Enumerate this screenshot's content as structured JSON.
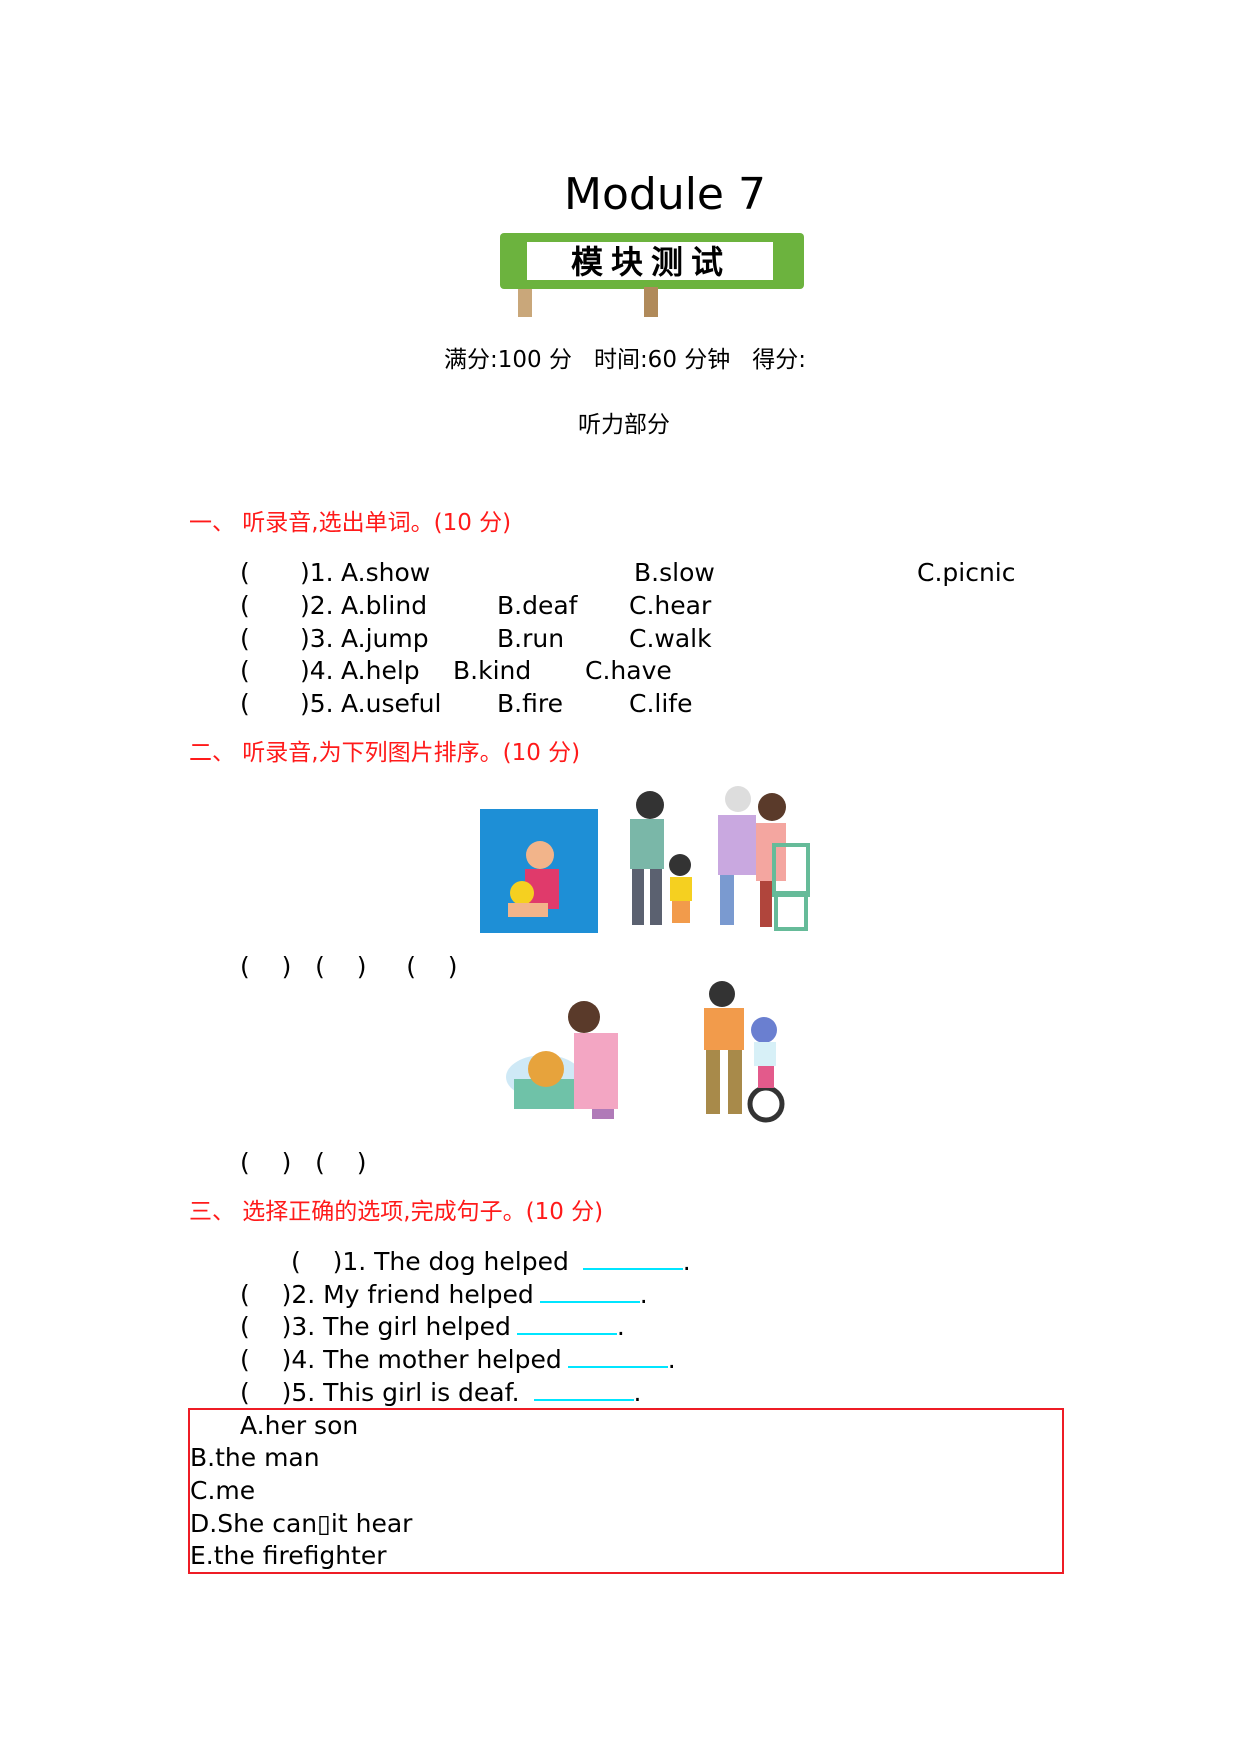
{
  "title": "Module 7",
  "banner_text": "模块测试",
  "meta": {
    "full_score": "满分:100 分",
    "time": "时间:60 分钟",
    "score": "得分:"
  },
  "subtitle": "听力部分",
  "section1": {
    "heading": "一、 听录音,选出单词。(10 分)",
    "items": [
      {
        "num": ")1.",
        "a": "A.show",
        "b": "B.slow",
        "c": "C.picnic"
      },
      {
        "num": ")2.",
        "a": "A.blind",
        "b": "B.deaf",
        "c": "C.hear"
      },
      {
        "num": ")3.",
        "a": "A.jump",
        "b": "B.run",
        "c": "C.walk"
      },
      {
        "num": ")4.",
        "a": "A.help",
        "b": "B.kind",
        "c": "C.have"
      },
      {
        "num": ")5.",
        "a": "A.useful",
        "b": "B.fire",
        "c": "C.life"
      }
    ]
  },
  "section2": {
    "heading": "二、 听录音,为下列图片排序。(10 分)",
    "paren_open": "(",
    "paren_close": ")"
  },
  "section3": {
    "heading": "三、 选择正确的选项,完成句子。(10 分)",
    "questions": [
      ")1. The dog helped ",
      ")2. My friend helped",
      ")3. The girl helped",
      ")4. The mother helped",
      ")5. This girl is deaf. "
    ],
    "options": [
      "A.her son",
      "B.the man",
      "C.me",
      "D.She can▯it hear",
      "E.the firefighter"
    ]
  },
  "colors": {
    "heading": "#ff1a1a",
    "blank": "#00e5ff",
    "box": "#ee1c25",
    "banner": "#6cb33e"
  }
}
